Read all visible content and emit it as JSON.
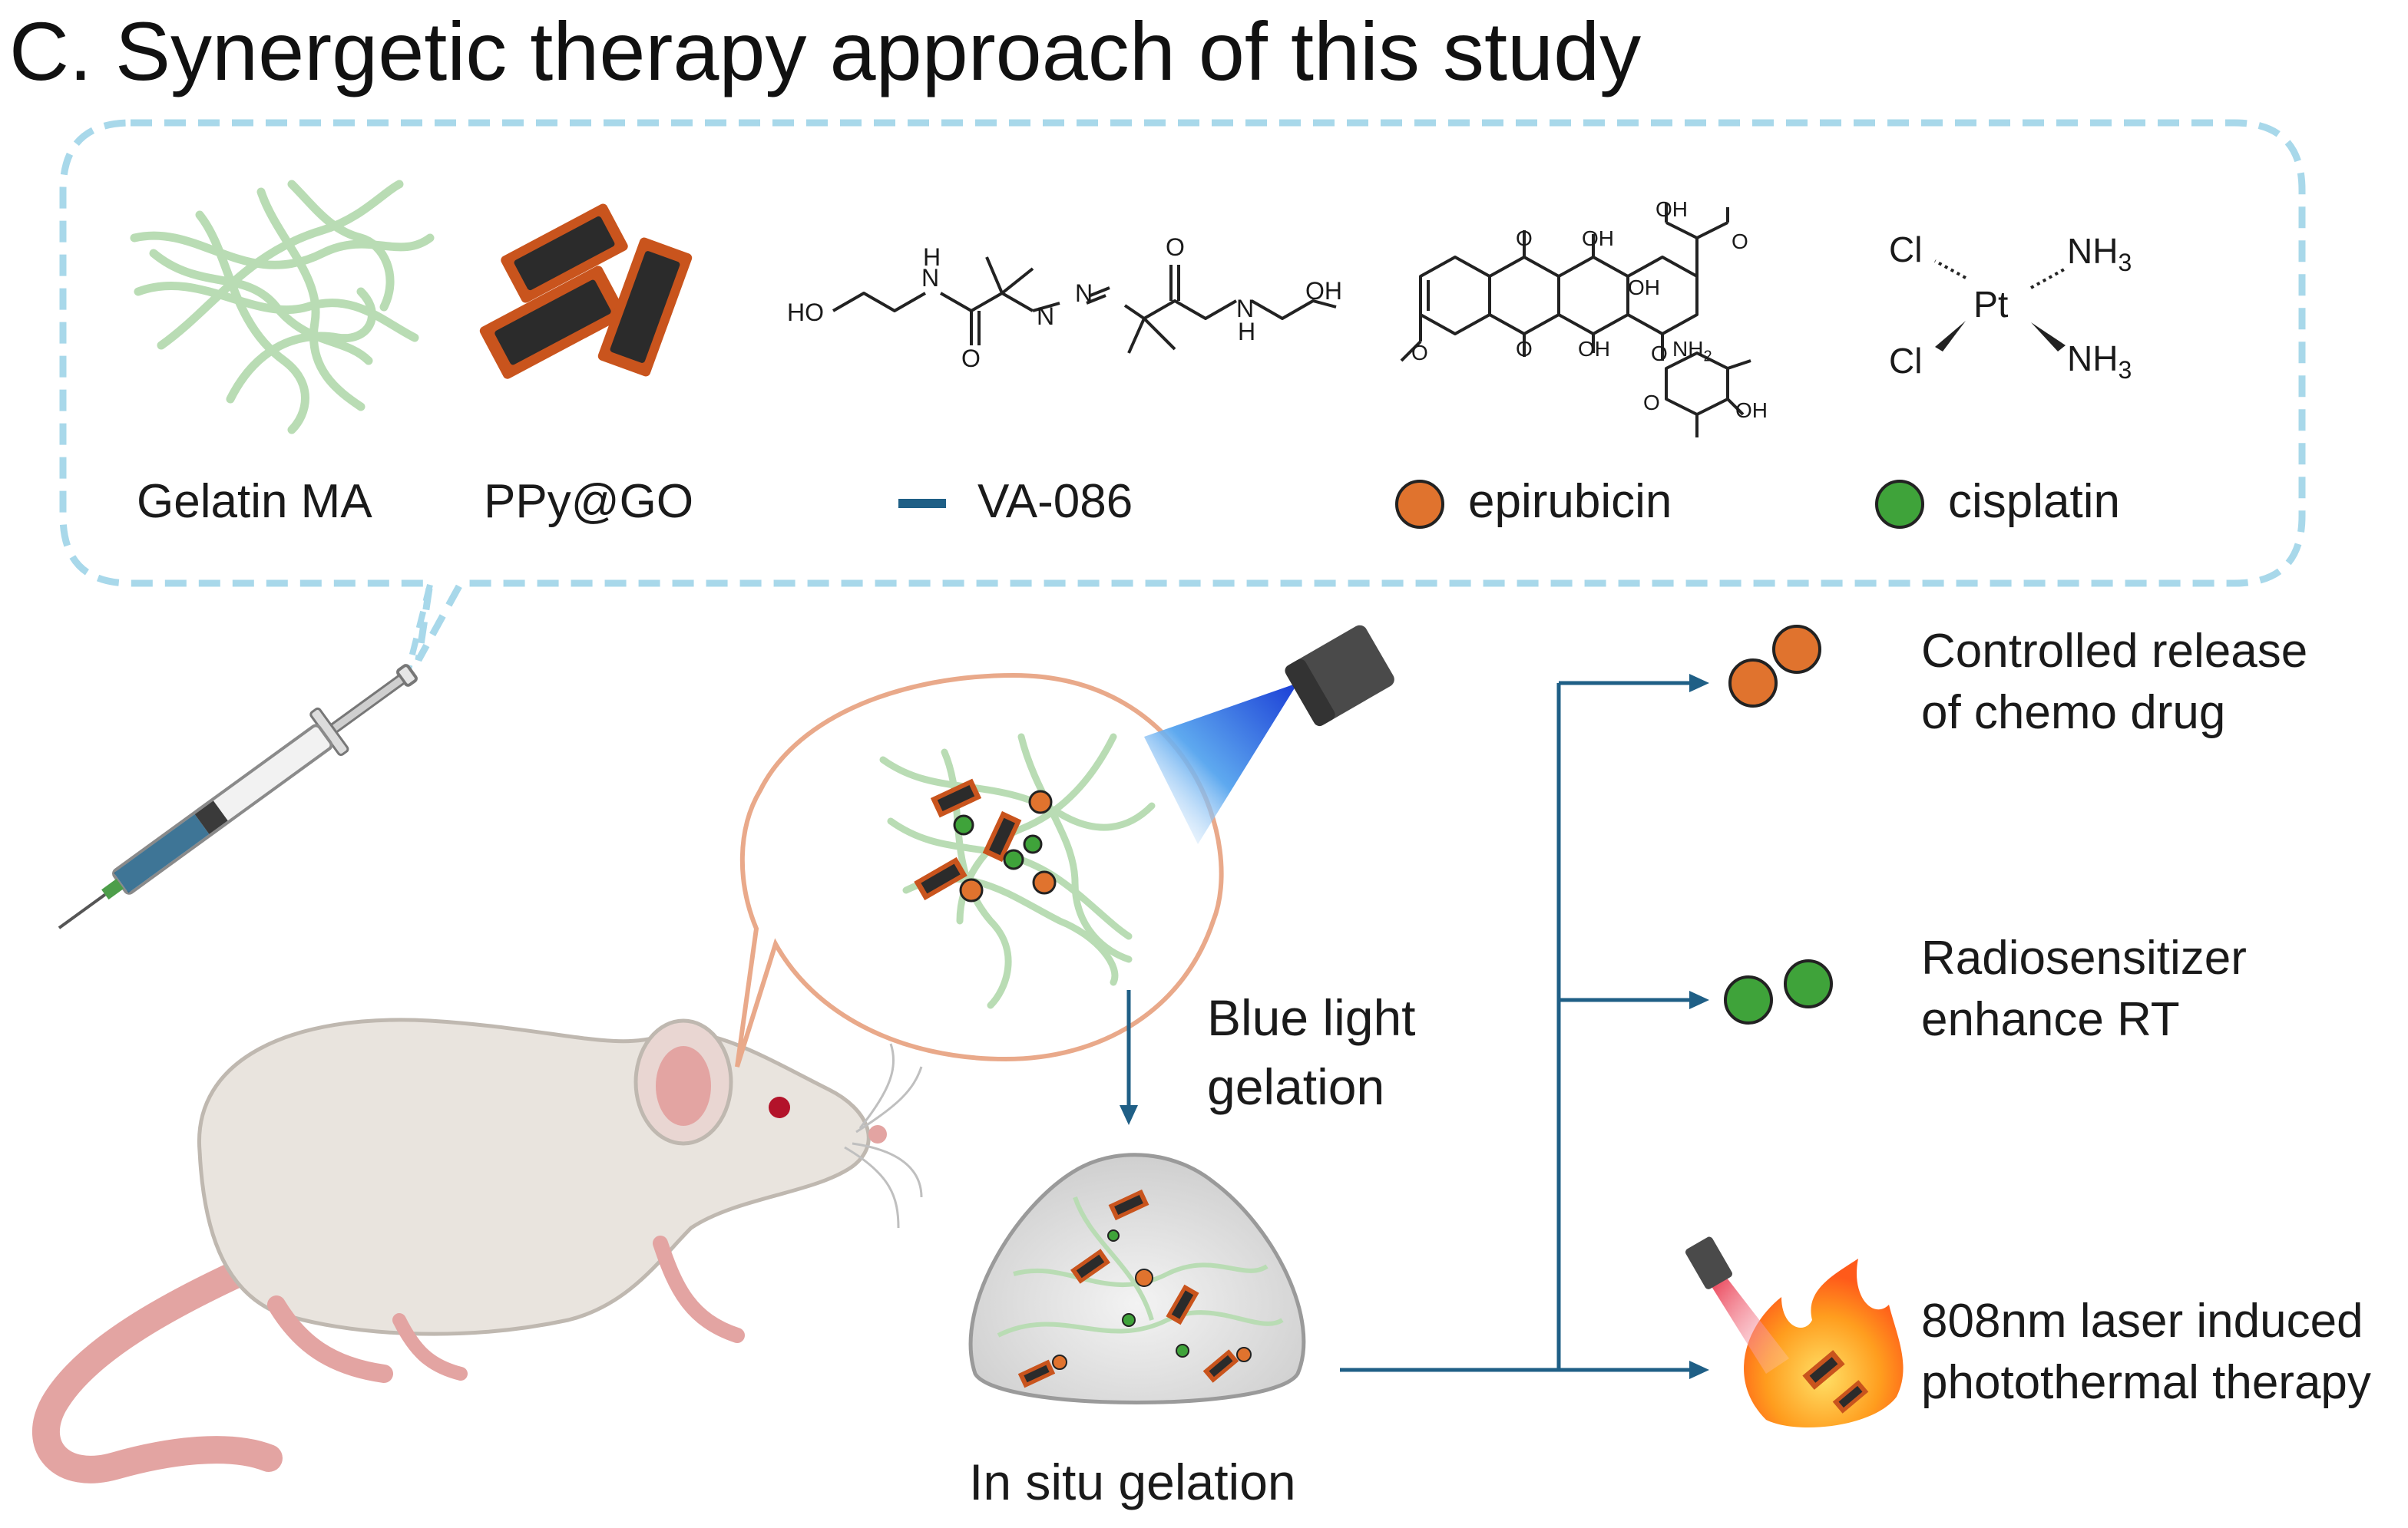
{
  "title": "C. Synergetic therapy approach of this study",
  "components": [
    {
      "label": "Gelatin MA",
      "icon": "gelatin-fiber-icon"
    },
    {
      "label": "PPy@GO",
      "icon": "ppy-go-sheet-icon"
    },
    {
      "label": "VA-086",
      "icon": "dash-marker-icon",
      "color": "#1f5f86"
    },
    {
      "label": "epirubicin",
      "icon": "orange-dot-icon",
      "color": "#e0732e"
    },
    {
      "label": "cisplatin",
      "icon": "green-dot-icon",
      "color": "#3fa33a"
    }
  ],
  "structures": {
    "va086": {
      "ho_left": "HO",
      "n1": "N",
      "h1": "H",
      "o1": "O",
      "n2": "N",
      "n3": "N",
      "o2": "O",
      "n4": "N",
      "h2": "H",
      "oh_right": "OH"
    },
    "epirubicin": {
      "oh_top": "OH",
      "o_ketone": "O",
      "oh1": "OH",
      "o_top": "O",
      "oh2": "OH",
      "o_meo": "O",
      "o_bottom": "O",
      "oh3": "OH",
      "o_link": "O",
      "nh2": "NH",
      "nh2_sub": "2",
      "o_ring": "O",
      "oh4": "OH"
    },
    "cisplatin": {
      "cl1": "Cl",
      "cl2": "Cl",
      "pt": "Pt",
      "nh3a": "NH",
      "nh3b": "NH",
      "sub3": "3"
    }
  },
  "steps": {
    "blue_light": [
      "Blue light",
      "gelation"
    ],
    "in_situ": "In situ gelation"
  },
  "outcomes": [
    {
      "lines": [
        "Controlled release",
        "of chemo drug"
      ],
      "icon": "orange-drug-dots-icon"
    },
    {
      "lines": [
        "Radiosensitizer",
        "enhance RT"
      ],
      "icon": "green-drug-dots-icon"
    },
    {
      "lines": [
        "808nm laser induced",
        "photothermal therapy"
      ],
      "icon": "laser-flame-icon"
    }
  ],
  "colors": {
    "dashed_border": "#a8d8ea",
    "arrow": "#1f5f86",
    "orange": "#e0732e",
    "green": "#3fa33a",
    "fiber": "#b9dcb4",
    "sheet_edge": "#c9541d",
    "sheet_core": "#2b2b2b",
    "bubble_border": "#e9a98a",
    "mouse_body": "#e9e4de",
    "mouse_pink": "#e3a4a2"
  }
}
